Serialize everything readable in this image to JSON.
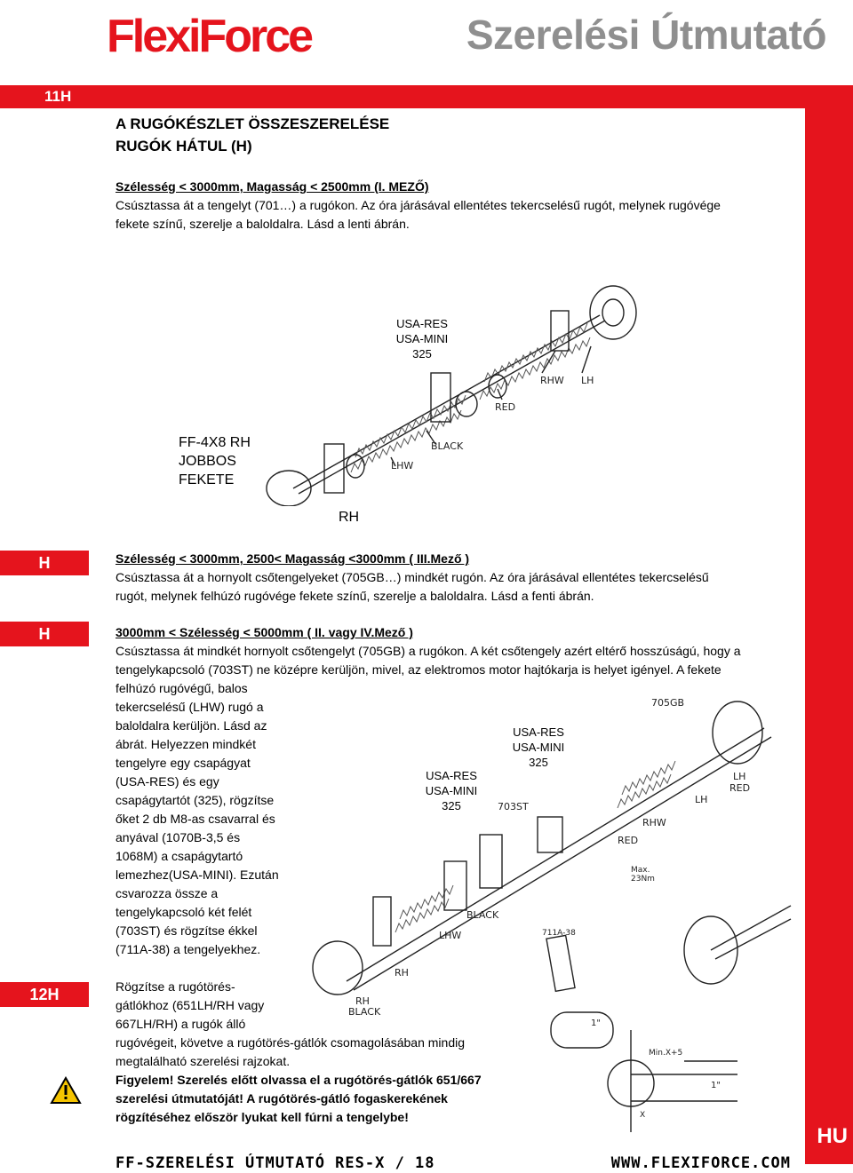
{
  "header": {
    "logo_text": "FlexiForce",
    "title": "Szerelési Útmutató"
  },
  "section_11": {
    "number": "11H",
    "title_line1": "A RUGÓKÉSZLET ÖSSZESZERELÉSE",
    "title_line2": "RUGÓK HÁTUL (H)",
    "field1_heading": "Szélesség < 3000mm, Magasság < 2500mm (I. MEZŐ)",
    "field1_line1": "Csúsztassa át a tengelyt (701…) a rugókon. Az óra járásával ellentétes tekercselésű rugót, melynek rugóvége",
    "field1_line2": "fekete színű, szerelje a baloldalra. Lásd a lenti ábrán."
  },
  "diagram1": {
    "support_label_1": "USA-RES",
    "support_label_2": "USA-MINI",
    "support_label_3": "325",
    "spring_label_1": "FF-4X8 RH",
    "spring_label_2": "JOBBOS",
    "spring_label_3": "FEKETE",
    "caption": "RH",
    "tag_rhw": "RHW",
    "tag_lh": "LH",
    "tag_red": "RED",
    "tag_black": "BLACK",
    "tag_lhw": "LHW"
  },
  "field3": {
    "marker": "H",
    "heading": "Szélesség < 3000mm, 2500< Magasság <3000mm ( III.Mező )",
    "line1": "Csúsztassa át a hornyolt csőtengelyeket (705GB…) mindkét rugón. Az óra járásával ellentétes tekercselésű",
    "line2": "rugót, melynek felhúzó rugóvége fekete színű, szerelje a baloldalra. Lásd a fenti ábrán."
  },
  "field2": {
    "marker": "H",
    "heading": "3000mm < Szélesség < 5000mm ( II. vagy IV.Mező )",
    "line1": "Csúsztassa át mindkét hornyolt csőtengelyt (705GB) a rugókon. A két csőtengely azért eltérő hosszúságú, hogy a",
    "line2": "tengelykapcsoló (703ST) ne középre kerüljön, mivel, az elektromos motor hajtókarja is helyet igényel. A fekete",
    "col_lines": [
      "felhúzó rugóvégű, balos",
      "tekercselésű (LHW) rugó a",
      "baloldalra kerüljön. Lásd az",
      "ábrát. Helyezzen mindkét",
      "tengelyre egy csapágyat",
      "(USA-RES) és egy",
      "csapágytartót (325), rögzítse",
      "őket 2 db M8-as csavarral és",
      "anyával (1070B-3,5 és",
      "1068M) a csapágytartó",
      "lemezhez(USA-MINI). Ezután",
      "csvarozza össze a",
      "tengelykapcsoló két felét",
      "(703ST) és rögzítse ékkel",
      "(711A-38) a tengelyekhez."
    ]
  },
  "diagram2": {
    "left_label_1": "USA-RES",
    "left_label_2": "USA-MINI",
    "left_label_3": "325",
    "right_label_1": "USA-RES",
    "right_label_2": "USA-MINI",
    "right_label_3": "325",
    "tag_705gb": "705GB",
    "tag_703st": "703ST",
    "tag_lh": "LH",
    "tag_red_1": "LH",
    "tag_red_2": "RED",
    "tag_rhw": "RHW",
    "tag_red": "RED",
    "tag_black": "BLACK",
    "tag_lhw": "LHW",
    "tag_max_1": "Max.",
    "tag_max_2": "23Nm",
    "tag_711": "711A-38",
    "tag_rh_1": "RH",
    "tag_rh_2": "BLACK",
    "tag_rh_top": "RH",
    "tag_one_inch": "1\"",
    "tag_x5": "Min.X+5",
    "tag_x": "X",
    "tag_one_inch_2": "1\""
  },
  "section_12": {
    "number": "12H",
    "col_lines": [
      "Rögzítse a rugótörés-",
      "gátlókhoz (651LH/RH vagy",
      "667LH/RH) a rugók álló"
    ],
    "line_full_1": "rugóvégeit, követve a rugótörés-gátlók csomagolásában mindig",
    "line_full_2": "megtalálható szerelési rajzokat.",
    "warning_1": "Figyelem! Szerelés előtt olvassa el a rugótörés-gátlók 651/667",
    "warning_2": "szerelési útmutatóját! A rugótörés-gátló fogaskerekének",
    "warning_3": "rögzítéséhez először lyukat kell fúrni a tengelybe!"
  },
  "footer": {
    "left": "FF-SZERELÉSI ÚTMUTATÓ RES-X / 18",
    "right": "WWW.FLEXIFORCE.COM",
    "lang": "HU"
  },
  "colors": {
    "brand_red": "#e5141d",
    "title_gray": "#8f8f8f"
  }
}
